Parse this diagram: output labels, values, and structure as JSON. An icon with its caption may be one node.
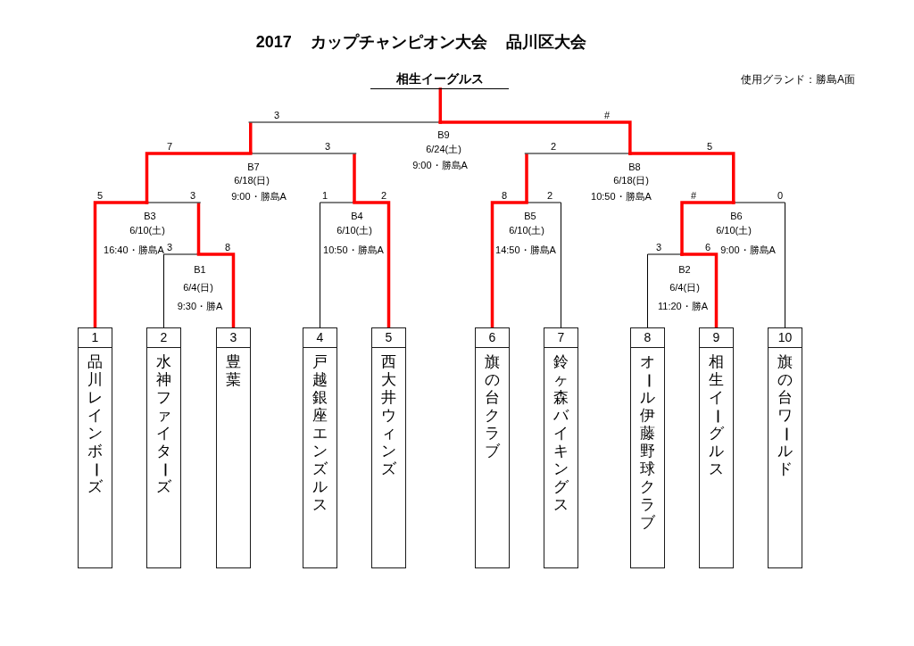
{
  "diagram": {
    "title": "2017 カップチャンピオン大会 品川区大会",
    "nodes": [
      {
        "text": [
          "相生イーグルス"
        ]
      },
      {
        "text": [
          "B9",
          "6/24(土)",
          "9:00・勝島A"
        ]
      },
      {
        "text": [
          "B7",
          "6/18(日)",
          "9:00・勝島A"
        ]
      },
      {
        "text": [
          "B8",
          "6/18(日)",
          "10:50・勝島A"
        ]
      },
      {
        "text": [
          "B3",
          "6/10(土)",
          "16:40・勝島A"
        ]
      },
      {
        "text": [
          "B4",
          "6/10(土)",
          "10:50・勝島A"
        ]
      },
      {
        "text": [
          "B5",
          "6/10(土)",
          "14:50・勝島A"
        ]
      },
      {
        "text": [
          "B6",
          "6/10(土)",
          "9:00・勝島A"
        ]
      },
      {
        "text": [
          "B1",
          "6/4(日)",
          "9:30・勝A"
        ]
      },
      {
        "text": [
          "B2",
          "6/4(日)",
          "11:20・勝A"
        ]
      },
      {
        "text": [
          "1",
          "品川レインボーズ"
        ]
      },
      {
        "text": [
          "2",
          "水神ファイターズ"
        ]
      },
      {
        "text": [
          "3",
          "豊葉"
        ]
      },
      {
        "text": [
          "4",
          "戸越銀座エンズルス"
        ]
      },
      {
        "text": [
          "5",
          "西大井ウィンズ"
        ]
      },
      {
        "text": [
          "6",
          "旗の台クラブ"
        ]
      },
      {
        "text": [
          "7",
          "鈴ヶ森バイキングス"
        ]
      },
      {
        "text": [
          "8",
          "オール伊藤野球クラブ"
        ]
      },
      {
        "text": [
          "9",
          "相生イーグルス"
        ]
      },
      {
        "text": [
          "10",
          "旗の台ワールド"
        ]
      }
    ],
    "edges": [
      {
        "from": 10,
        "to": 4,
        "arrow": "none",
        "label": "5"
      },
      {
        "from": 11,
        "to": 8,
        "arrow": "none",
        "label": "3",
        "color": "#000000"
      },
      {
        "from": 12,
        "to": 8,
        "arrow": "none",
        "label": "8"
      },
      {
        "from": 8,
        "to": 4,
        "arrow": "none",
        "label": "3",
        "color": "#000000"
      },
      {
        "from": 13,
        "to": 5,
        "arrow": "none",
        "label": "1",
        "color": "#000000"
      },
      {
        "from": 14,
        "to": 5,
        "arrow": "none",
        "label": "2"
      },
      {
        "from": 4,
        "to": 2,
        "arrow": "none",
        "label": "7"
      },
      {
        "from": 5,
        "to": 2,
        "arrow": "none",
        "label": "3",
        "color": "#000000"
      },
      {
        "from": 15,
        "to": 6,
        "arrow": "none",
        "label": "8"
      },
      {
        "from": 16,
        "to": 6,
        "arrow": "none",
        "label": "2",
        "color": "#000000"
      },
      {
        "from": 17,
        "to": 9,
        "arrow": "none",
        "label": "3",
        "color": "#000000"
      },
      {
        "from": 18,
        "to": 9,
        "arrow": "none",
        "label": "6"
      },
      {
        "from": 19,
        "to": 7,
        "arrow": "none",
        "label": "0",
        "color": "#000000"
      },
      {
        "from": 9,
        "to": 7,
        "arrow": "none",
        "label": "#"
      },
      {
        "from": 6,
        "to": 3,
        "arrow": "none",
        "label": "2",
        "color": "#000000"
      },
      {
        "from": 7,
        "to": 3,
        "arrow": "none",
        "label": "5"
      },
      {
        "from": 2,
        "to": 1,
        "arrow": "none",
        "label": "3",
        "color": "#000000"
      },
      {
        "from": 3,
        "to": 1,
        "arrow": "none",
        "label": "#"
      },
      {
        "from": 1,
        "to": 0,
        "arrow": "none"
      }
    ],
    "labels": [
      "使用グランド：勝島A面"
    ]
  }
}
